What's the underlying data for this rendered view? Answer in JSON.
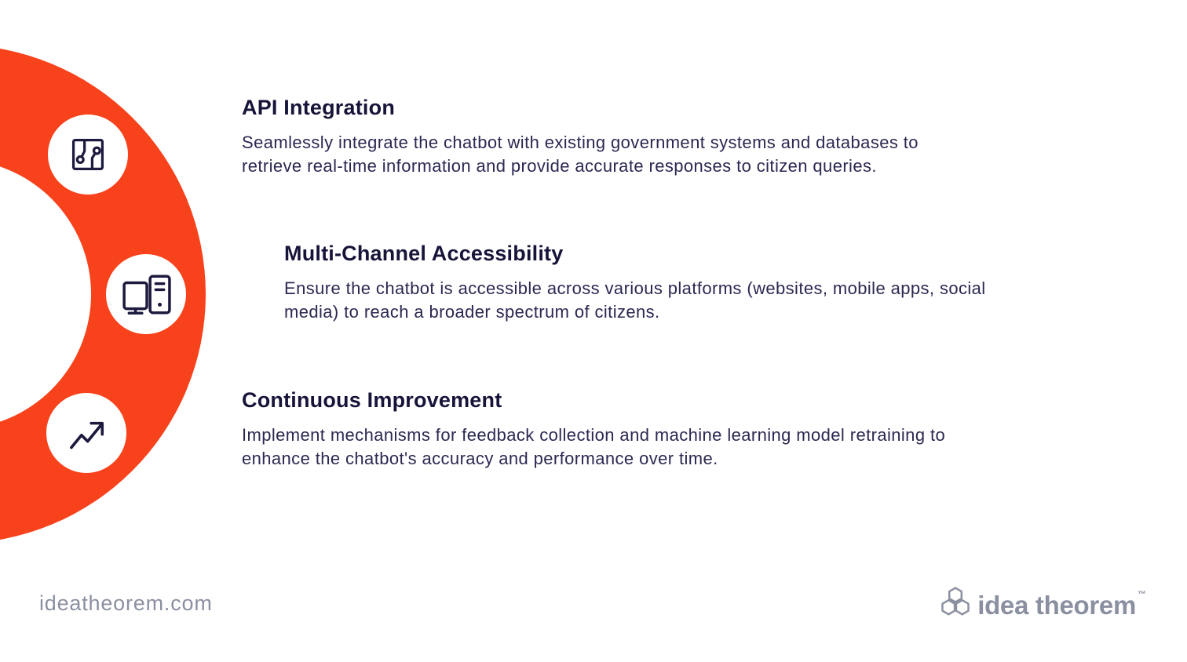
{
  "colors": {
    "accent_orange": "#F8421C",
    "heading_navy": "#17143A",
    "body_navy": "#2B2852",
    "muted_gray": "#8B90A1",
    "icon_navy": "#1C1A3E",
    "background": "#FFFFFF"
  },
  "sections": [
    {
      "title": "API Integration",
      "icon": "circuit-branch-icon",
      "description_lines": [
        "Seamlessly integrate the chatbot with existing government systems and databases to",
        "retrieve real-time information and provide accurate responses to citizen queries."
      ]
    },
    {
      "title": "Multi-Channel Accessibility",
      "icon": "desktop-computer-icon",
      "description_lines": [
        "Ensure the chatbot is accessible across various platforms (websites, mobile apps, social",
        "media) to reach a broader spectrum of citizens."
      ]
    },
    {
      "title": "Continuous Improvement",
      "icon": "trending-up-icon",
      "description_lines": [
        "Implement mechanisms for feedback collection and machine learning model retraining to",
        "enhance the chatbot's accuracy and performance over time."
      ]
    }
  ],
  "footer": {
    "website": "ideatheorem.com",
    "brand": {
      "logo": "hexagon-cluster-icon",
      "name": "idea theorem",
      "trademark": "™"
    }
  }
}
